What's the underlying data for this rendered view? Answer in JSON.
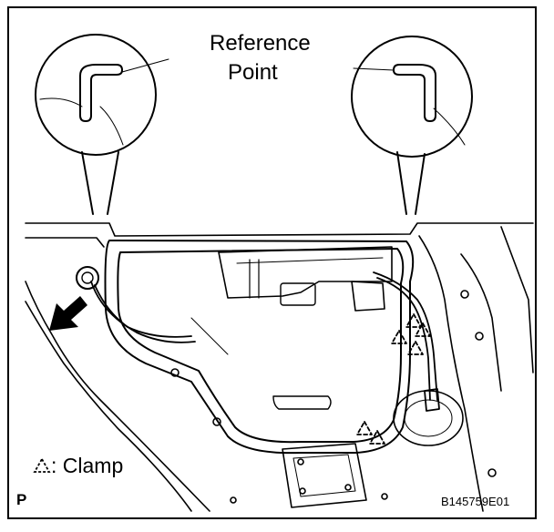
{
  "labels": {
    "reference_line1": "Reference",
    "reference_line2": "Point",
    "clamp_legend": ": Clamp",
    "panel_letter": "P",
    "figure_code": "B145759E01"
  },
  "icons": {
    "clamp_symbol": "dashed-triangle-icon",
    "arrow": "bold-arrow-icon"
  },
  "colors": {
    "line": "#000000",
    "background": "#ffffff"
  }
}
